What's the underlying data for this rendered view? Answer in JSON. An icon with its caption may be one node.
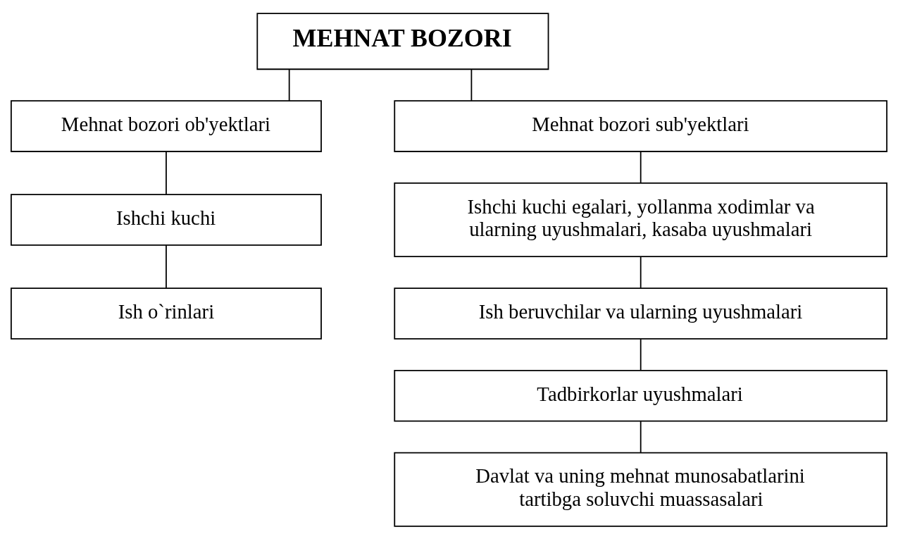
{
  "diagram": {
    "nodes": [
      {
        "text": [
          "MEHNAT BOZORI"
        ]
      },
      {
        "text": [
          "Mehnat bozori ob'yektlari"
        ]
      },
      {
        "text": [
          "Ishchi kuchi"
        ]
      },
      {
        "text": [
          "Ish o`rinlari"
        ]
      },
      {
        "text": [
          "Mehnat bozori sub'yektlari"
        ]
      },
      {
        "text": [
          "Ishchi kuchi egalari, yollanma xodimlar va ularning uyushmalari, kasaba uyushmalari"
        ]
      },
      {
        "text": [
          "Ish beruvchilar va ularning uyushmalari"
        ]
      },
      {
        "text": [
          "Tadbirkorlar uyushmalari"
        ]
      },
      {
        "text": [
          "Davlat va uning mehnat munosabatlarini tartibga soluvchi muassasalari"
        ]
      }
    ],
    "edges": [
      {
        "from": 0,
        "to": 1,
        "arrow": "none"
      },
      {
        "from": 0,
        "to": 4,
        "arrow": "none"
      },
      {
        "from": 1,
        "to": 2,
        "arrow": "none"
      },
      {
        "from": 2,
        "to": 3,
        "arrow": "none"
      },
      {
        "from": 4,
        "to": 5,
        "arrow": "none"
      },
      {
        "from": 5,
        "to": 6,
        "arrow": "none"
      },
      {
        "from": 6,
        "to": 7,
        "arrow": "none"
      },
      {
        "from": 7,
        "to": 8,
        "arrow": "none"
      }
    ]
  }
}
